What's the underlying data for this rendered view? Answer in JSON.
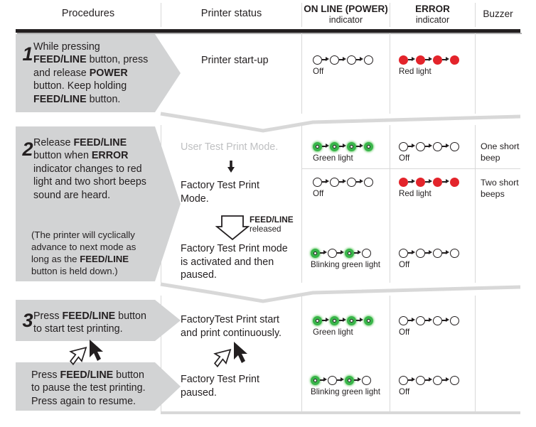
{
  "table": {
    "headers": [
      {
        "id": "procedures",
        "label": "Procedures",
        "sub": ""
      },
      {
        "id": "printer-status",
        "label": "Printer status",
        "sub": ""
      },
      {
        "id": "online-indicator",
        "label": "ON LINE (POWER)",
        "sub": "indicator"
      },
      {
        "id": "error-indicator",
        "label": "ERROR",
        "sub": "indicator"
      },
      {
        "id": "buzzer",
        "label": "Buzzer",
        "sub": ""
      }
    ],
    "rows": [
      {
        "step": "1",
        "procedure_html": "While pressing<br><b>FEED/LINE</b> button, press<br>and release <b>POWER</b><br>button. Keep holding<br><b>FEED/LINE</b> button.",
        "procedure_text": "While pressing FEED/LINE button, press and release POWER button. Keep holding FEED/LINE button.",
        "status_lines": [
          {
            "text": "Printer start-up",
            "gray": false
          }
        ],
        "indicators": [
          {
            "online": {
              "pattern": [
                "off",
                "off",
                "off",
                "off"
              ],
              "label": "Off"
            },
            "error": {
              "pattern": [
                "red",
                "red",
                "red",
                "red"
              ],
              "label": "Red light"
            },
            "buzzer": ""
          }
        ]
      },
      {
        "step": "2",
        "procedure_html": "Release <b>FEED/LINE</b><br>button when <b>ERROR</b><br>indicator changes to red<br>light and two short beeps<br>sound are heard.",
        "procedure_text": "Release FEED/LINE button when ERROR indicator changes to red light and two short beeps sound are heard.",
        "procedure_note_html": "(The printer will cyclically<br>advance to next mode as<br>long as the <b>FEED/LINE</b><br>button is held down.)",
        "procedure_note_text": "(The printer will cyclically advance to next mode as long as the FEED/LINE button is held down.)",
        "status_lines": [
          {
            "text": "User Test Print Mode.",
            "gray": true
          },
          {
            "text": "Factory Test Print Mode.",
            "gray": false
          },
          {
            "text": "Factory Test Print mode is activated and then paused.",
            "gray": false
          }
        ],
        "down_arrow_label": {
          "bold": "FEED/LINE",
          "normal": "released"
        },
        "indicators": [
          {
            "online": {
              "pattern": [
                "green",
                "green",
                "green",
                "green"
              ],
              "label": "Green light"
            },
            "error": {
              "pattern": [
                "off",
                "off",
                "off",
                "off"
              ],
              "label": "Off"
            },
            "buzzer": "One short beep"
          },
          {
            "online": {
              "pattern": [
                "off",
                "off",
                "off",
                "off"
              ],
              "label": "Off"
            },
            "error": {
              "pattern": [
                "red",
                "red",
                "red",
                "red"
              ],
              "label": "Red light"
            },
            "buzzer": "Two short beeps"
          },
          {
            "online": {
              "pattern": [
                "green",
                "off",
                "green",
                "off"
              ],
              "label": "Blinking green light"
            },
            "error": {
              "pattern": [
                "off",
                "off",
                "off",
                "off"
              ],
              "label": "Off"
            },
            "buzzer": ""
          }
        ]
      },
      {
        "step": "3",
        "procedure_html": "Press <b>FEED/LINE</b> button<br>to start test printing.",
        "procedure_text": "Press FEED/LINE button to start test printing.",
        "procedure_second_html": "Press <b>FEED/LINE</b> button<br>to pause the test printing.<br>Press again to resume.",
        "procedure_second_text": "Press FEED/LINE button to pause the test printing. Press again to resume.",
        "status_lines": [
          {
            "text": "FactoryTest Print start and print continuously.",
            "gray": false
          },
          {
            "text": "Factory Test Print paused.",
            "gray": false
          }
        ],
        "indicators": [
          {
            "online": {
              "pattern": [
                "green",
                "green",
                "green",
                "green"
              ],
              "label": "Green light"
            },
            "error": {
              "pattern": [
                "off",
                "off",
                "off",
                "off"
              ],
              "label": "Off"
            },
            "buzzer": ""
          },
          {
            "online": {
              "pattern": [
                "green",
                "off",
                "green",
                "off"
              ],
              "label": "Blinking green light"
            },
            "error": {
              "pattern": [
                "off",
                "off",
                "off",
                "off"
              ],
              "label": "Off"
            },
            "buzzer": ""
          }
        ]
      }
    ]
  },
  "colors": {
    "red_lamp": "#e3242b",
    "green_lamp": "#39b54a",
    "gray_block": "#d2d3d4",
    "rule": "#d8d8d8",
    "ink": "#231f20",
    "muted_text": "#bfc0c2"
  },
  "icons": {
    "arrow_right": "arrow-right-icon",
    "arrow_down_block": "block-arrow-down-icon",
    "cursor_pointer": "cursor-pointer-icon"
  }
}
